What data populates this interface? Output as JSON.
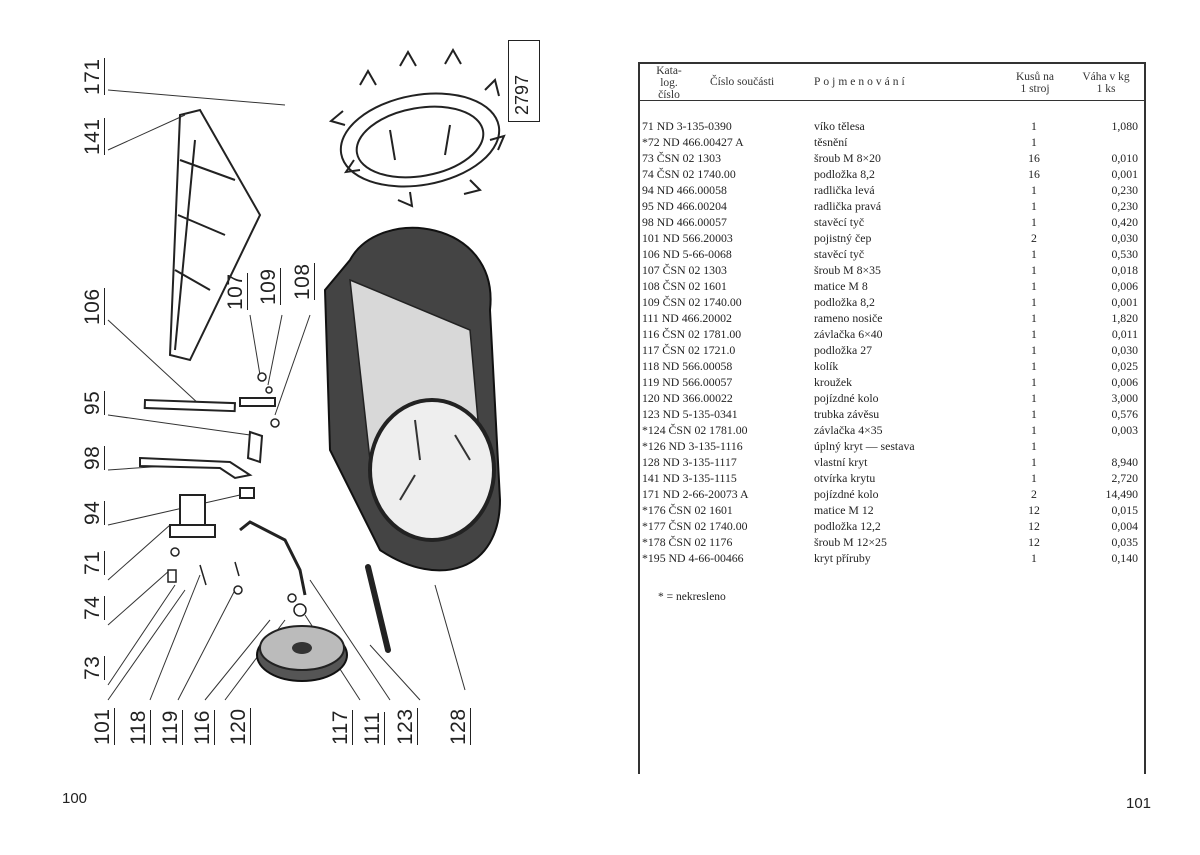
{
  "pages": {
    "left_number": "100",
    "right_number": "101"
  },
  "drawing": {
    "stamp": "2797",
    "callouts": [
      "171",
      "141",
      "106",
      "107",
      "109",
      "108",
      "95",
      "98",
      "94",
      "71",
      "74",
      "73",
      "101",
      "118",
      "119",
      "116",
      "120",
      "117",
      "111",
      "123",
      "128"
    ]
  },
  "table": {
    "headers": {
      "catalog": [
        "Kata-",
        "log.",
        "číslo"
      ],
      "part_no": "Číslo součásti",
      "name": "Pojmenování",
      "qty": [
        "Kusů na",
        "1 stroj"
      ],
      "weight": [
        "Váha v kg",
        "1 ks"
      ]
    },
    "rows": [
      {
        "cat": "71 ND 3-135-0390",
        "name": "víko tělesa",
        "qty": "1",
        "wt": "1,080"
      },
      {
        "cat": "*72 ND 466.00427 A",
        "name": "těsnění",
        "qty": "1",
        "wt": ""
      },
      {
        "cat": "73   ČSN 02 1303",
        "name": "šroub M 8×20",
        "qty": "16",
        "wt": "0,010"
      },
      {
        "cat": "74   ČSN 02 1740.00",
        "name": "podložka 8,2",
        "qty": "16",
        "wt": "0,001"
      },
      {
        "cat": "94 ND 466.00058",
        "name": "radlička levá",
        "qty": "1",
        "wt": "0,230"
      },
      {
        "cat": "95 ND 466.00204",
        "name": "radlička pravá",
        "qty": "1",
        "wt": "0,230"
      },
      {
        "cat": "98 ND 466.00057",
        "name": "stavěcí tyč",
        "qty": "1",
        "wt": "0,420"
      },
      {
        "cat": "101 ND 566.20003",
        "name": "pojistný čep",
        "qty": "2",
        "wt": "0,030"
      },
      {
        "cat": "106 ND 5-66-0068",
        "name": "stavěcí tyč",
        "qty": "1",
        "wt": "0,530"
      },
      {
        "cat": "107   ČSN 02 1303",
        "name": "šroub M 8×35",
        "qty": "1",
        "wt": "0,018"
      },
      {
        "cat": "108   ČSN 02 1601",
        "name": "matice M 8",
        "qty": "1",
        "wt": "0,006"
      },
      {
        "cat": "109   ČSN 02 1740.00",
        "name": "podložka 8,2",
        "qty": "1",
        "wt": "0,001"
      },
      {
        "cat": "111 ND 466.20002",
        "name": "rameno nosiče",
        "qty": "1",
        "wt": "1,820"
      },
      {
        "cat": "116   ČSN 02 1781.00",
        "name": "závlačka 6×40",
        "qty": "1",
        "wt": "0,011"
      },
      {
        "cat": "117   ČSN 02 1721.0",
        "name": "podložka 27",
        "qty": "1",
        "wt": "0,030"
      },
      {
        "cat": "118 ND 566.00058",
        "name": "kolík",
        "qty": "1",
        "wt": "0,025"
      },
      {
        "cat": "119 ND 566.00057",
        "name": "kroužek",
        "qty": "1",
        "wt": "0,006"
      },
      {
        "cat": "120 ND 366.00022",
        "name": "pojízdné kolo",
        "qty": "1",
        "wt": "3,000"
      },
      {
        "cat": "123 ND 5-135-0341",
        "name": "trubka závěsu",
        "qty": "1",
        "wt": "0,576"
      },
      {
        "cat": "*124   ČSN 02 1781.00",
        "name": "závlačka 4×35",
        "qty": "1",
        "wt": "0,003"
      },
      {
        "cat": "*126 ND 3-135-1116",
        "name": "úplný kryt — sestava",
        "qty": "1",
        "wt": ""
      },
      {
        "cat": "128 ND 3-135-1117",
        "name": "vlastní kryt",
        "qty": "1",
        "wt": "8,940"
      },
      {
        "cat": "141 ND 3-135-1115",
        "name": "otvírka krytu",
        "qty": "1",
        "wt": "2,720"
      },
      {
        "cat": "171 ND 2-66-20073 A",
        "name": "pojízdné kolo",
        "qty": "2",
        "wt": "14,490"
      },
      {
        "cat": "*176   ČSN 02 1601",
        "name": "matice M 12",
        "qty": "12",
        "wt": "0,015"
      },
      {
        "cat": "*177   ČSN 02 1740.00",
        "name": "podložka 12,2",
        "qty": "12",
        "wt": "0,004"
      },
      {
        "cat": "*178   ČSN 02 1176",
        "name": "šroub M 12×25",
        "qty": "12",
        "wt": "0,035"
      },
      {
        "cat": "*195 ND 4-66-00466",
        "name": "kryt příruby",
        "qty": "1",
        "wt": "0,140"
      }
    ],
    "footnote": "* = nekresleno"
  }
}
